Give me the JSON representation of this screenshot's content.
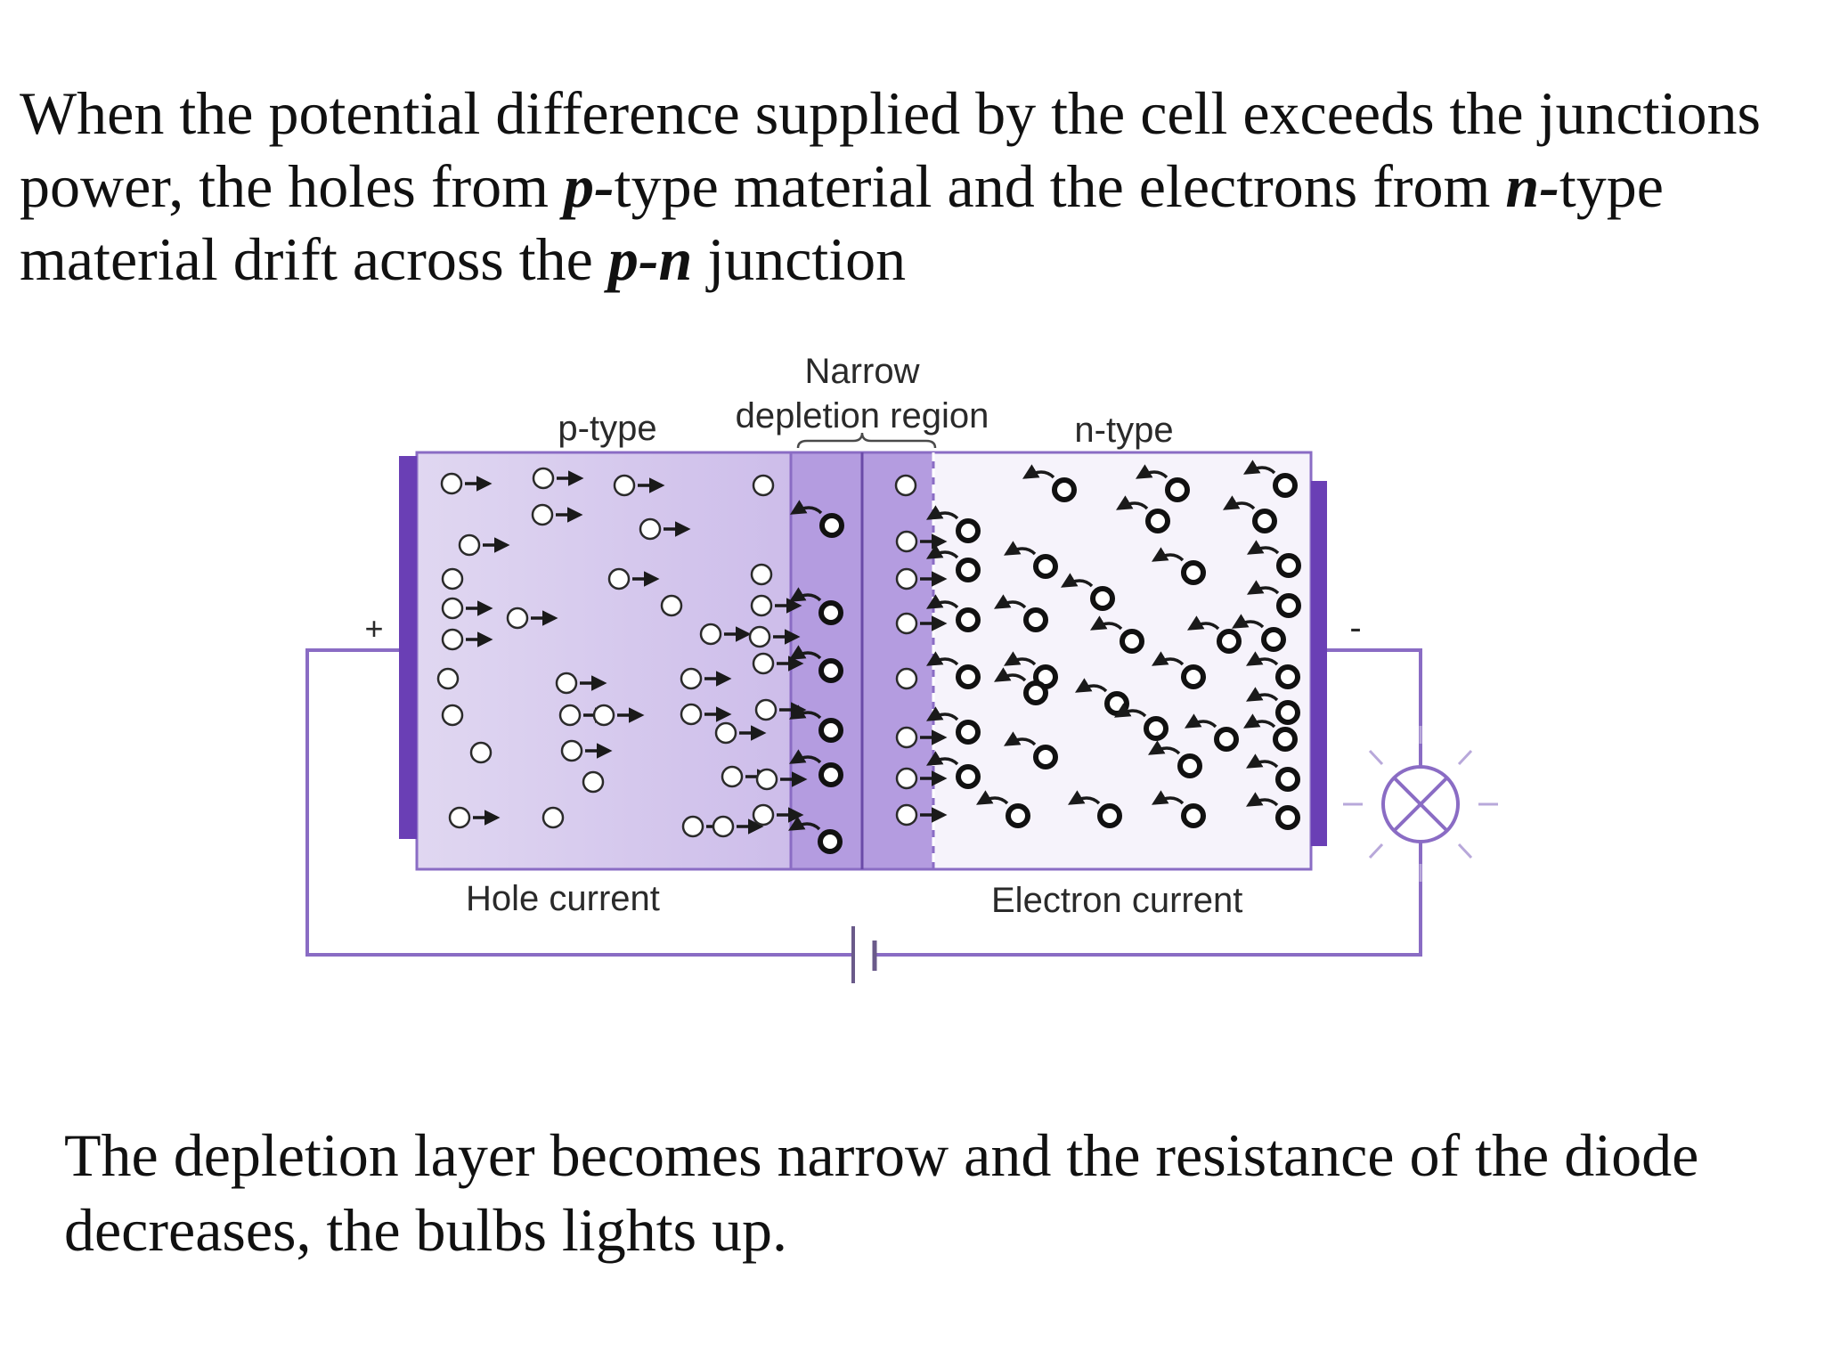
{
  "intro": {
    "t1": "When the potential difference supplied by the cell exceeds the junctions power, the holes from ",
    "em1": "p-",
    "t2": "type material and the electrons from ",
    "em2": "n-",
    "t3": "type material drift across the ",
    "em3": "p-n",
    "t4": " junction"
  },
  "diagram": {
    "label_narrow": "Narrow",
    "label_depletion": "depletion region",
    "label_ptype": "p-type",
    "label_ntype": "n-type",
    "label_hole_current": "Hole current",
    "label_electron_current": "Electron current",
    "plus_sign": "+",
    "minus_sign": "-",
    "colors": {
      "p_region": "#e3dcf2",
      "depletion": "#b49ce0",
      "n_region": "#f6f3fb",
      "electrode": "#6a3fb5",
      "wire": "#8a6cc4"
    }
  },
  "outro": {
    "text": "The depletion layer becomes narrow and the resistance of the diode decreases, the bulbs lights up."
  }
}
